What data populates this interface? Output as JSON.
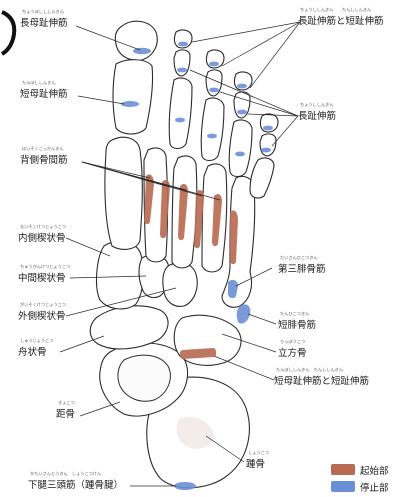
{
  "labels": {
    "ehl": {
      "text": "長母趾伸筋",
      "ruby": "ちょうぼしししんきん"
    },
    "edl_edb": {
      "text": "長趾伸筋と短趾伸筋",
      "ruby": "ちょうししんきん　　たんししんきん"
    },
    "ehb": {
      "text": "短母趾伸筋",
      "ruby": "たんぼししんきん"
    },
    "edl": {
      "text": "長趾伸筋",
      "ruby": "ちょうししんきん"
    },
    "dorsal_interossei": {
      "text": "背側骨間筋",
      "ruby": "はいそくこっかんきん"
    },
    "medial_cuneiform": {
      "text": "内側楔状骨",
      "ruby": "ないそくけつじょうこつ"
    },
    "intermediate_cuneiform": {
      "text": "中間楔状骨",
      "ruby": "ちゅうかんけつじょうこつ"
    },
    "lateral_cuneiform": {
      "text": "外側楔状骨",
      "ruby": "がいそくけつじょうこつ"
    },
    "navicular": {
      "text": "舟状骨",
      "ruby": "しゅうじょうこつ"
    },
    "talus": {
      "text": "距骨",
      "ruby": "きょこつ"
    },
    "tibialis_posterior": {
      "text": "下腿三頭筋（踵骨腱）",
      "ruby": "かたいさんとうきん　しょうこつけん"
    },
    "peroneus_tertius": {
      "text": "第三腓骨筋",
      "ruby": "だいさんひこつきん"
    },
    "peroneus_brevis": {
      "text": "短腓骨筋",
      "ruby": "たんひこつきん"
    },
    "cuboid": {
      "text": "立方骨",
      "ruby": "りっぽうこつ"
    },
    "ehb_edb": {
      "text": "短母趾伸筋と短趾伸筋",
      "ruby": "たんぼししんきん　たんししんきん"
    },
    "calcaneus": {
      "text": "踵骨",
      "ruby": "しょうこつ"
    }
  },
  "legend": {
    "origin": {
      "label": "起始部",
      "color": "#b86b52"
    },
    "insertion": {
      "label": "停止部",
      "color": "#6b8fd6"
    }
  }
}
